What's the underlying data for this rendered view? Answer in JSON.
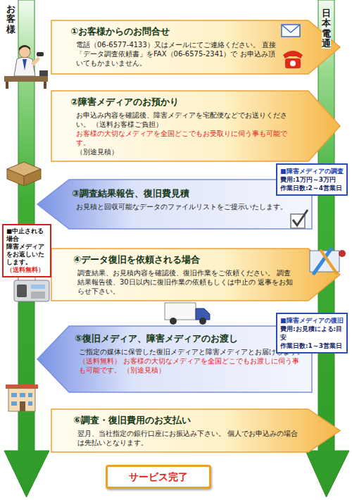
{
  "diagram": {
    "nodes": [
      {
        "text": [
          "お客様"
        ]
      },
      {
        "text": [
          "日本電通"
        ]
      },
      {
        "text": [
          "①お客様からのお問合せ",
          "電話（06-6577-4133）又はメールにてご連絡ください。 直接「データ調査依頼書」をFAX（06-6575-2341）で お申込み頂いてもかまいません。"
        ]
      },
      {
        "text": [
          "②障害メディアのお預かり",
          "お申込み内容を確認後、障害メディアを宅配便などでお送りください。 （送料お客様ご負担）",
          "お客様の大切なメディアを全国どこでもお受取りに伺う事も可能です。",
          "（別途見積）"
        ]
      },
      {
        "text": [
          "■障害メディアの調査",
          "費用:1万円～3万円",
          "作業日数:2～4営業日"
        ]
      },
      {
        "text": [
          "③調査結果報告、復旧費見積",
          "お見積と回収可能なデータのファイルリストをご提示いたします。"
        ]
      },
      {
        "text": [
          "■中止される場合",
          "障害メディアをお返しいたします。",
          "（送料無料）"
        ]
      },
      {
        "text": [
          "④データ復旧を依頼される場合",
          "調査結果、お見積内容を確認後、復旧作業をご依頼ください。 調査結果報告後、30日以内に復旧作業の依頼もしくは中止の 返事をお知らせ下さい。"
        ]
      },
      {
        "text": [
          "■障害メディアの復旧",
          "費用:お見積による:目安",
          "作業日数:1～3営業日"
        ]
      },
      {
        "text": [
          "⑤復旧メディア、障害メディアのお渡し",
          "ご指定の媒体に保管した復旧メディアと障害メディアとお届けします。",
          "（送料無料） お客様の大切なメディアを全国どこでもお渡しに伺う事も可能です。 （別途見積）"
        ]
      },
      {
        "text": [
          "⑥調査・復旧費用のお支払い",
          "翌月、当社指定の銀行口座にお振込み下さい。 個人でお申込みの場合は先払いとなります。"
        ]
      },
      {
        "text": [
          "サービス完了"
        ]
      }
    ]
  }
}
